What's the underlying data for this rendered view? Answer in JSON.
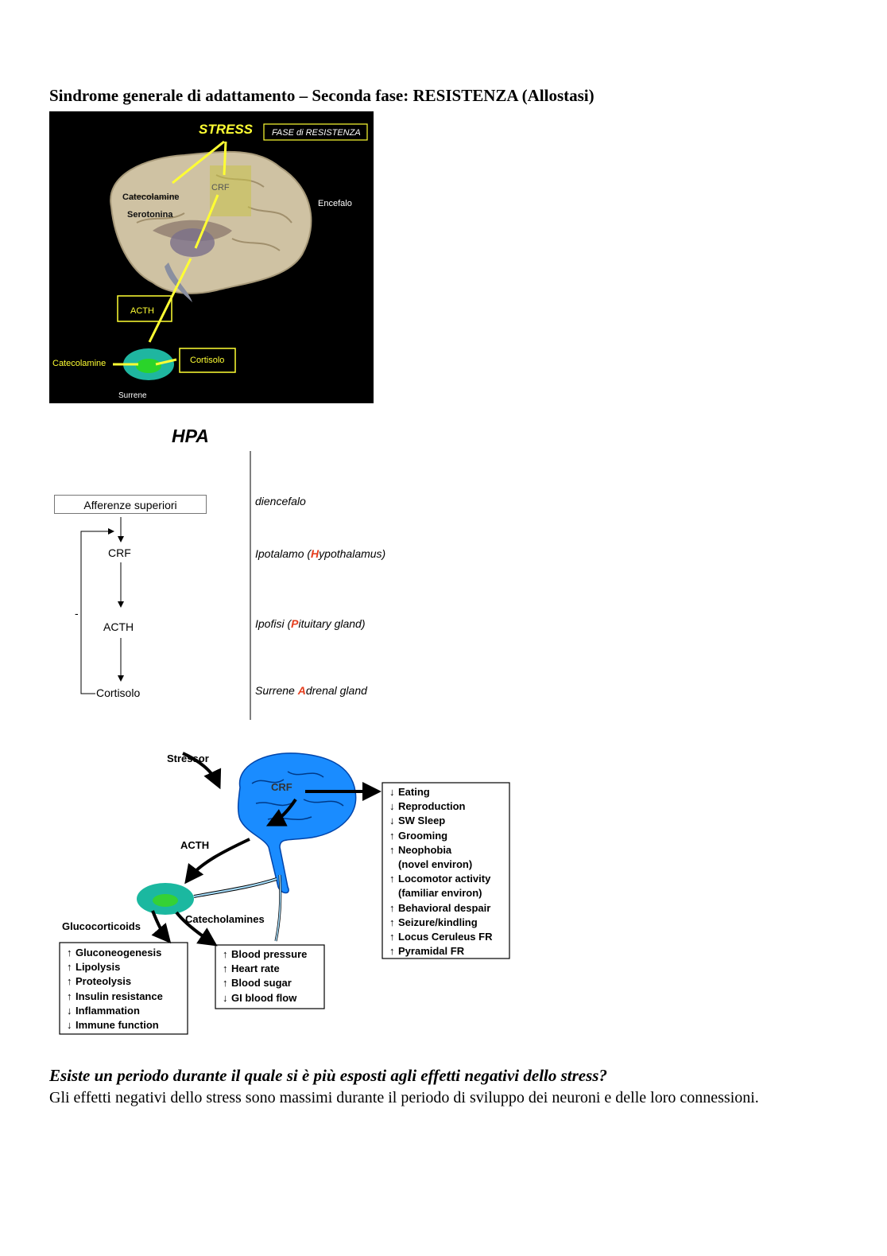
{
  "title": "Sindrome generale di adattamento – Seconda fase: RESISTENZA (Allostasi)",
  "figure1": {
    "stress": "STRESS",
    "phase": "FASE di RESISTENZA",
    "crf": "CRF",
    "catecolamine_top": "Catecolamine",
    "serotonina": "Serotonina",
    "encefalo": "Encefalo",
    "acth": "ACTH",
    "catecolamine_bottom": "Catecolamine",
    "cortisolo": "Cortisolo",
    "surrene": "Surrene"
  },
  "hpa": {
    "title": "HPA",
    "afferenze": "Afferenze superiori",
    "crf": "CRF",
    "acth": "ACTH",
    "cortisolo": "Cortisolo",
    "minus": "-",
    "diencefalo": "diencefalo",
    "ipotalamo_pre": "Ipotalamo (",
    "ipotalamo_H": "H",
    "ipotalamo_post": "ypothalamus)",
    "ipofisi_pre": "Ipofisi (",
    "ipofisi_P": "P",
    "ipofisi_post": "ituitary gland)",
    "surrene_pre": "Surrene ",
    "surrene_A": "A",
    "surrene_post": "drenal gland"
  },
  "figure3": {
    "stressor": "Stressor",
    "crf": "CRF",
    "acth": "ACTH",
    "glucocorticoids": "Glucocorticoids",
    "catecholamines": "Catecholamines",
    "brain_effects": [
      {
        "dir": "↓",
        "text": "Eating"
      },
      {
        "dir": "↓",
        "text": "Reproduction"
      },
      {
        "dir": "↓",
        "text": "SW Sleep"
      },
      {
        "dir": "↑",
        "text": "Grooming"
      },
      {
        "dir": "↑",
        "text": "Neophobia"
      },
      {
        "dir": "",
        "text": "(novel environ)"
      },
      {
        "dir": "↑",
        "text": "Locomotor activity"
      },
      {
        "dir": "",
        "text": "(familiar environ)"
      },
      {
        "dir": "↑",
        "text": "Behavioral despair"
      },
      {
        "dir": "↑",
        "text": "Seizure/kindling"
      },
      {
        "dir": "↑",
        "text": "Locus Ceruleus FR"
      },
      {
        "dir": "↑",
        "text": "Pyramidal FR"
      }
    ],
    "cardio_effects": [
      {
        "dir": "↑",
        "text": "Blood pressure"
      },
      {
        "dir": "↑",
        "text": "Heart rate"
      },
      {
        "dir": "↑",
        "text": "Blood sugar"
      },
      {
        "dir": "↓",
        "text": "GI blood flow"
      }
    ],
    "gluco_effects": [
      {
        "dir": "↑",
        "text": "Gluconeogenesis"
      },
      {
        "dir": "↑",
        "text": "Lipolysis"
      },
      {
        "dir": "↑",
        "text": "Proteolysis"
      },
      {
        "dir": "↑",
        "text": "Insulin resistance"
      },
      {
        "dir": "↓",
        "text": "Inflammation"
      },
      {
        "dir": "↓",
        "text": "Immune function"
      }
    ]
  },
  "question": "Esiste un periodo durante il quale si è più esposti agli effetti negativi dello stress?",
  "answer": "Gli effetti negativi dello stress sono massimi durante il periodo di sviluppo dei neuroni e delle loro connessioni."
}
